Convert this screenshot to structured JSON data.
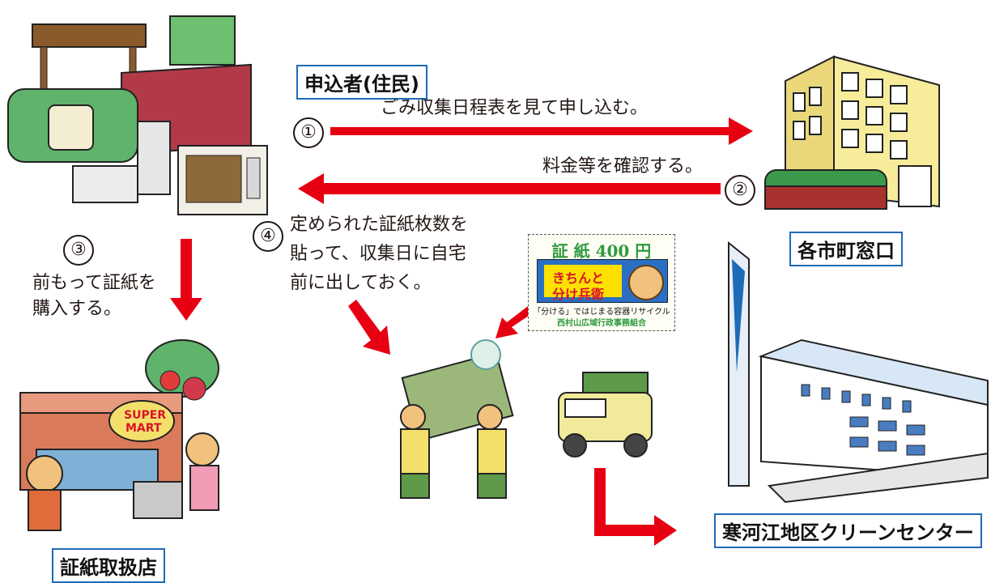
{
  "labels": {
    "applicant": "申込者(住民)",
    "office": "各市町窓口",
    "shop": "証紙取扱店",
    "center": "寒河江地区クリーンセンター"
  },
  "steps": [
    {
      "num": "①",
      "lines": [
        "ごみ収集日程表を見て申し込む。"
      ]
    },
    {
      "num": "②",
      "lines": [
        "料金等を確認する。"
      ]
    },
    {
      "num": "③",
      "lines": [
        "前もって証紙を",
        "購入する。"
      ]
    },
    {
      "num": "④",
      "lines": [
        "定められた証紙枚数を",
        "貼って、収集日に自宅",
        "前に出しておく。"
      ]
    }
  ],
  "stamp": {
    "title": "証 紙 400 円",
    "line1": "きちんと",
    "line2": "分け兵衛",
    "sub1": "「分ける」ではじまる容器リサイクル",
    "sub2": "西村山広域行政事務組合"
  },
  "store_sign": [
    "SUPER",
    "MART"
  ],
  "colors": {
    "arrow": "#e60012",
    "box_border": "#1e6bb8",
    "accent_green": "#2d9a3c"
  }
}
